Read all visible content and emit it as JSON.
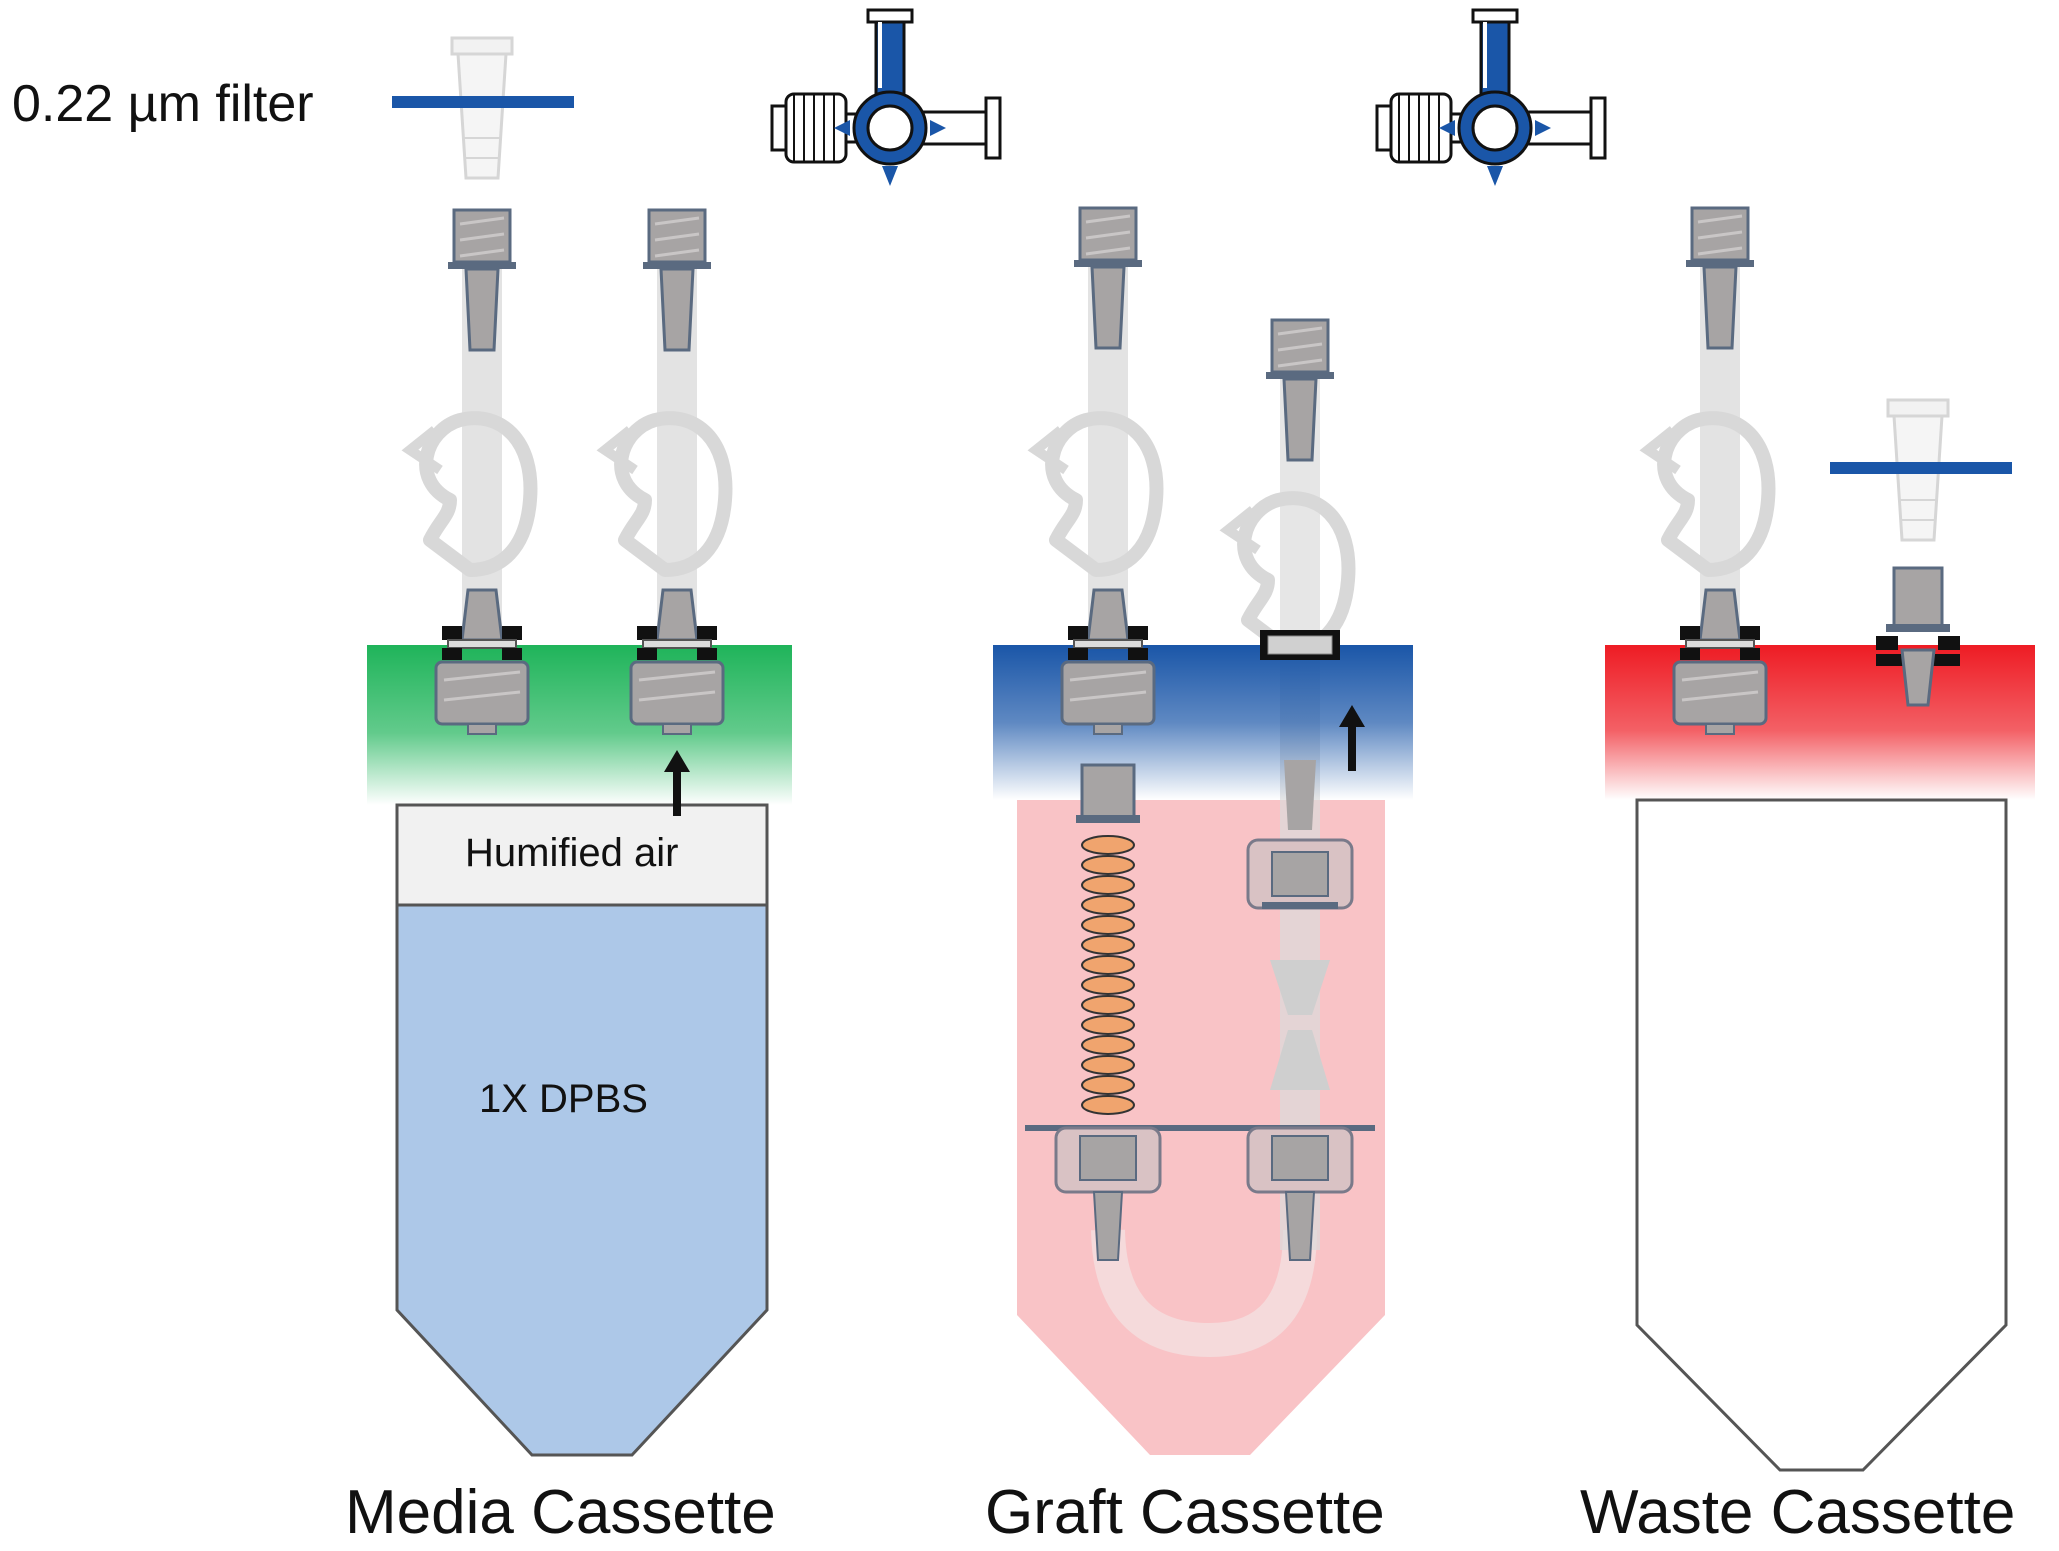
{
  "labels": {
    "filter": "0.22 µm filter",
    "humidified_air": "Humified air",
    "dpbs": "1X DPBS",
    "media_cassette": "Media Cassette",
    "graft_cassette": "Graft Cassette",
    "waste_cassette": "Waste Cassette"
  },
  "colors": {
    "media_cap": "#1fb45a",
    "graft_cap": "#1a56a8",
    "waste_cap": "#ee1c24",
    "media_fill": "#adc8e8",
    "graft_fill": "#f9c3c6",
    "filter_blue": "#1a56a8",
    "connector_gray": "#a7a4a4",
    "tube_gray": "#dcdcdc"
  },
  "icons": [
    "three-way-stopcock-icon",
    "syringe-filter-icon",
    "luer-connector-icon",
    "tubing-clamp-icon",
    "coiled-graft-icon",
    "up-arrow-icon"
  ]
}
